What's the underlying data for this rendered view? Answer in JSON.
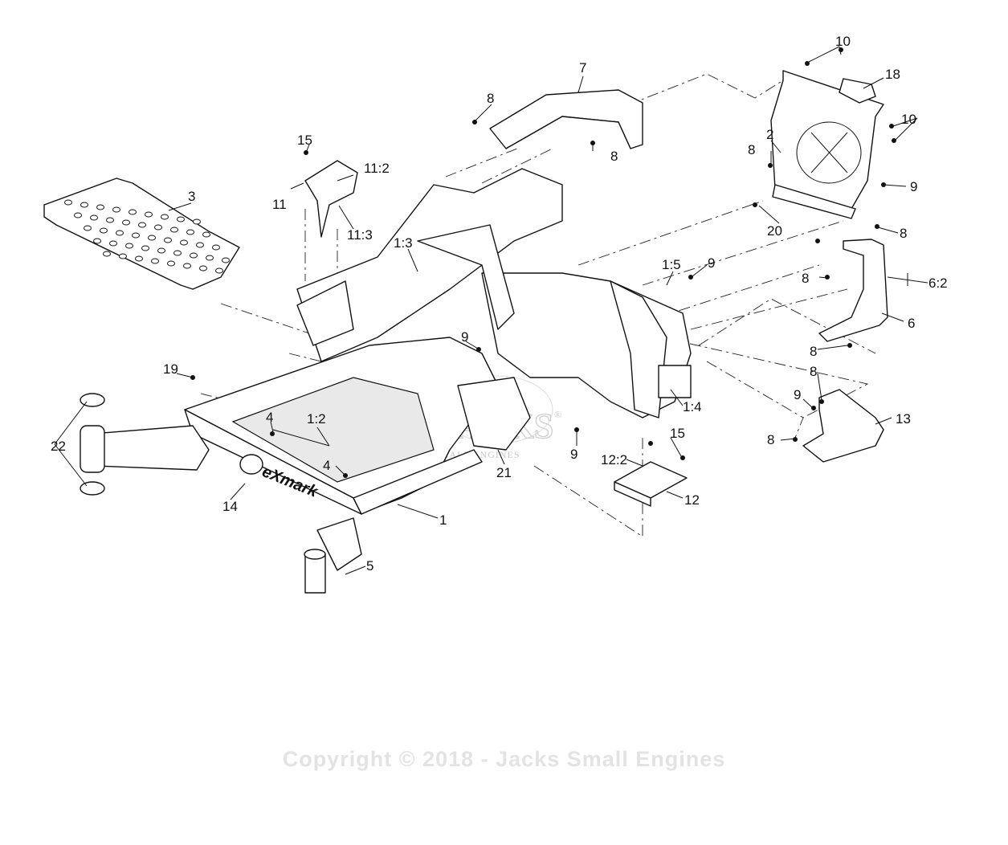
{
  "copyright": "Copyright © 2018 - Jacks Small Engines",
  "watermark": {
    "main": "JACKS",
    "registered": "®",
    "sub": "SMALL ENGINES"
  },
  "brand_mark": "eXmark",
  "callouts": [
    "10",
    "18",
    "7",
    "8",
    "15",
    "11:2",
    "2",
    "10",
    "8",
    "3",
    "11",
    "11:3",
    "9",
    "1:3",
    "20",
    "8",
    "1:5",
    "9",
    "8",
    "6:2",
    "6",
    "9",
    "8",
    "19",
    "9",
    "1:4",
    "8",
    "4",
    "1:2",
    "13",
    "9",
    "22",
    "15",
    "8",
    "4",
    "12:2",
    "21",
    "14",
    "12",
    "1",
    "5",
    "8"
  ]
}
